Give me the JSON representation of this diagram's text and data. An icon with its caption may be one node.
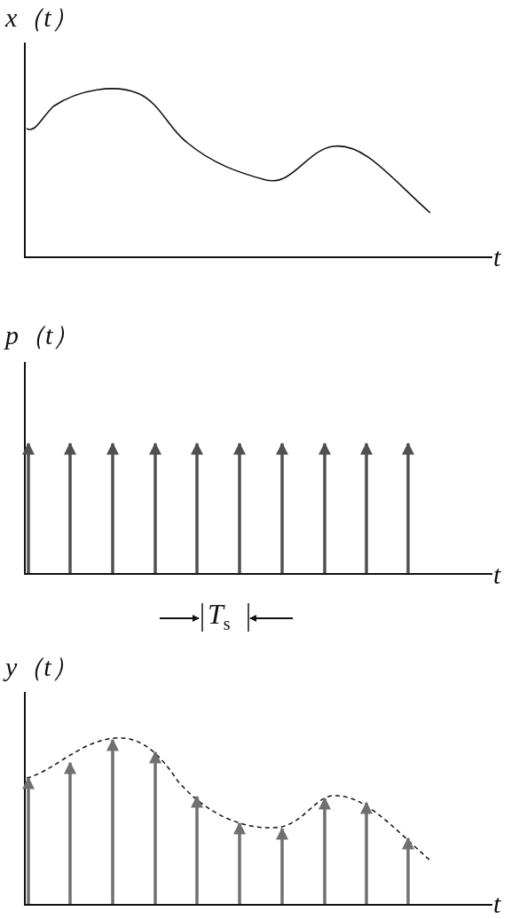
{
  "diagram": {
    "labels": [
      "x（t）",
      "t",
      "p（t）",
      "t",
      "*T*$_{s}$",
      "y（t）",
      "t"
    ]
  }
}
